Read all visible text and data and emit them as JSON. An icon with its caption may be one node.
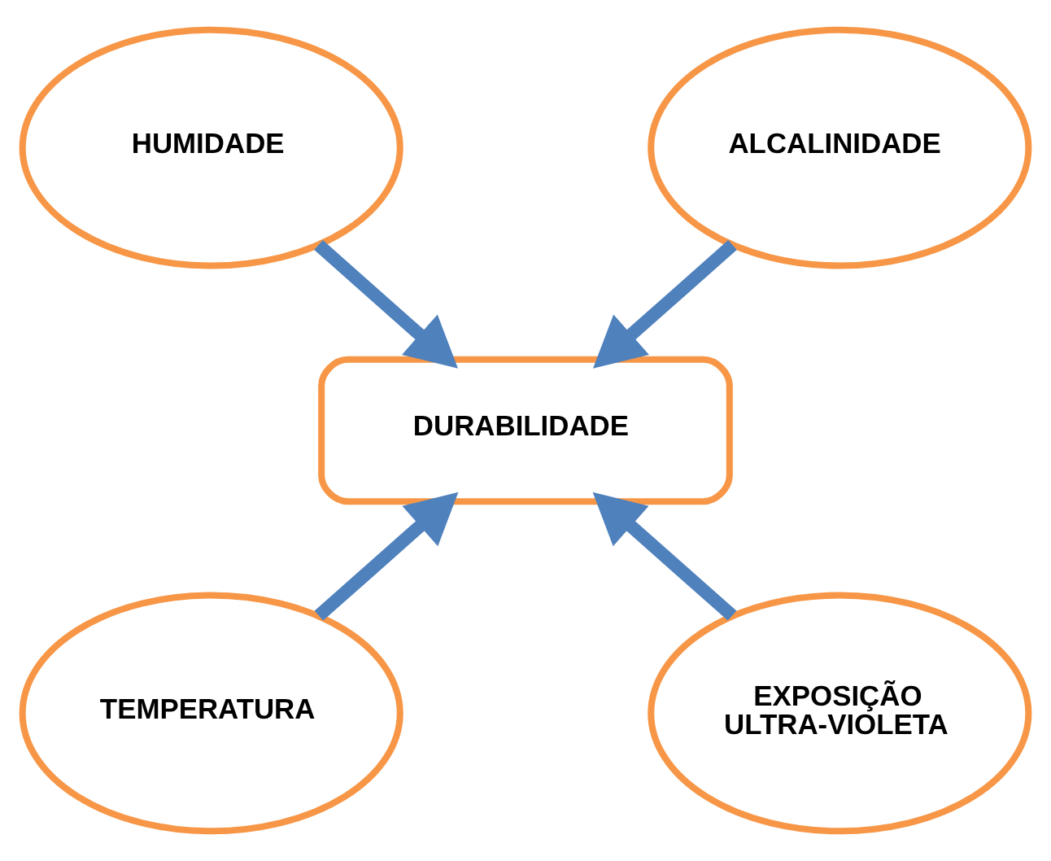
{
  "diagram": {
    "nodes": [
      {
        "text": [
          "HUMIDADE"
        ]
      },
      {
        "text": [
          "ALCALINIDADE"
        ]
      },
      {
        "text": [
          "DURABILIDADE"
        ]
      },
      {
        "text": [
          "TEMPERATURA"
        ]
      },
      {
        "text": [
          "EXPOSIÇÃO ULTRA-VIOLETA"
        ]
      }
    ],
    "edges": [
      {
        "from": 0,
        "to": 2,
        "arrow": "to"
      },
      {
        "from": 1,
        "to": 2,
        "arrow": "to"
      },
      {
        "from": 3,
        "to": 2,
        "arrow": "to"
      },
      {
        "from": 4,
        "to": 2,
        "arrow": "to"
      }
    ]
  }
}
